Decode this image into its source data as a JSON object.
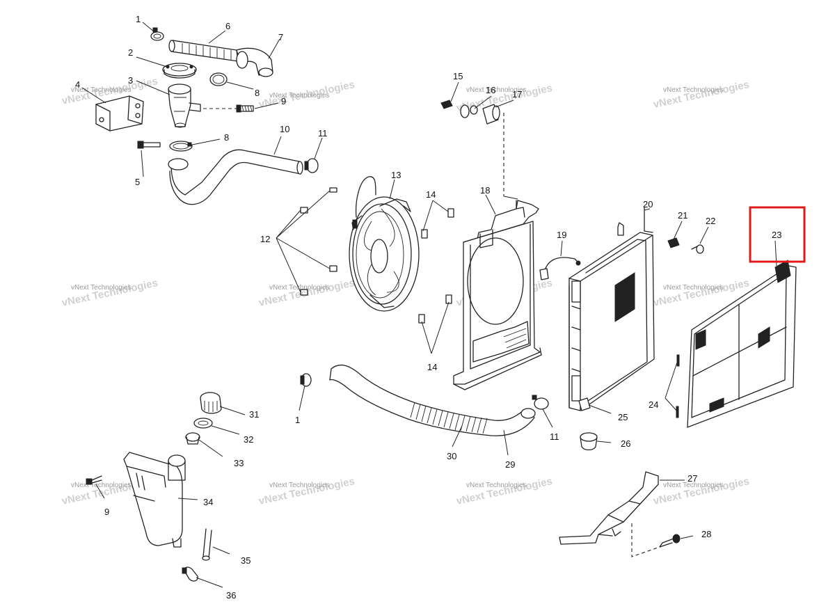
{
  "callouts": [
    "1",
    "2",
    "3",
    "4",
    "5",
    "6",
    "7",
    "8",
    "8",
    "9",
    "10",
    "11",
    "11",
    "12",
    "13",
    "14",
    "14",
    "15",
    "16",
    "17",
    "18",
    "19",
    "20",
    "21",
    "22",
    "23",
    "24",
    "25",
    "26",
    "27",
    "28",
    "29",
    "30",
    "31",
    "32",
    "33",
    "34",
    "35",
    "36",
    "1",
    "9"
  ],
  "watermark": {
    "top_text": "vNext Technologies",
    "big_text": "vNext Technologies"
  },
  "highlight": {
    "part_number": "23",
    "color": "#e01b1b"
  }
}
